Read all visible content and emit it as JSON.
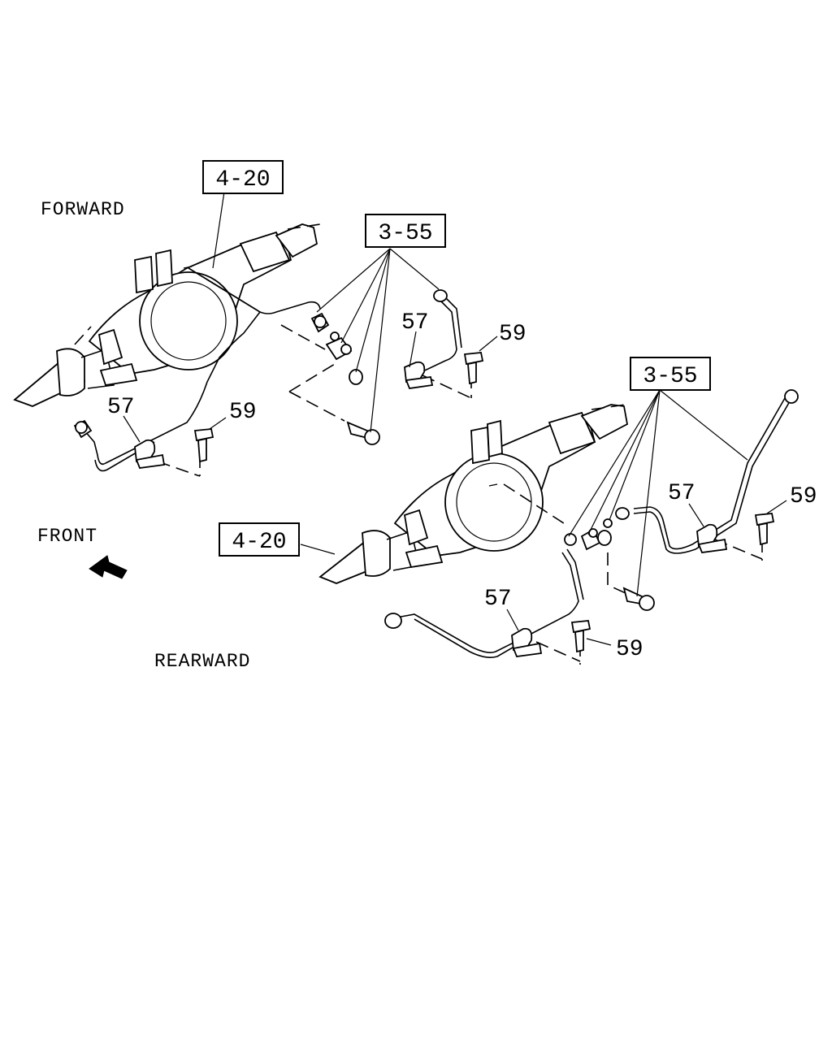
{
  "labels": {
    "forward": "FORWARD",
    "rearward": "REARWARD",
    "front": "FRONT"
  },
  "callouts": {
    "axle_top_ref": "4-20",
    "axle_bottom_ref": "4-20",
    "pipe_top_ref": "3-55",
    "pipe_bottom_ref": "3-55",
    "clip_a": "57",
    "clip_b": "57",
    "clip_c": "57",
    "clip_d": "57",
    "bolt_a": "59",
    "bolt_b": "59",
    "bolt_c": "59",
    "bolt_d": "59"
  }
}
